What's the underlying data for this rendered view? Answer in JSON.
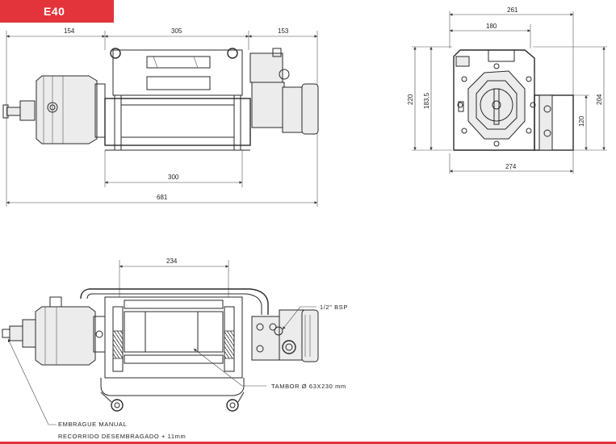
{
  "title": "E40",
  "dimensions": {
    "top_left_segment": "154",
    "top_mid_segment": "305",
    "top_right_segment": "153",
    "drum_length": "300",
    "overall_length": "681",
    "end_total_width": "261",
    "end_inner_width": "180",
    "end_height_left": "220",
    "end_height_center": "183,5",
    "end_height_right": "204",
    "end_small_height": "120",
    "end_base_width": "274",
    "plan_drum_width": "234"
  },
  "labels": {
    "bsp_port": "1/2\" BSP",
    "drum_size": "TAMBOR Ø 63X230 mm",
    "clutch_line1": "EMBRAGUE MANUAL",
    "clutch_line2": "RECORRIDO DESEMBRAGADO + 11mm"
  },
  "colors": {
    "accent": "#e2343a",
    "line": "#2a2a2a"
  }
}
